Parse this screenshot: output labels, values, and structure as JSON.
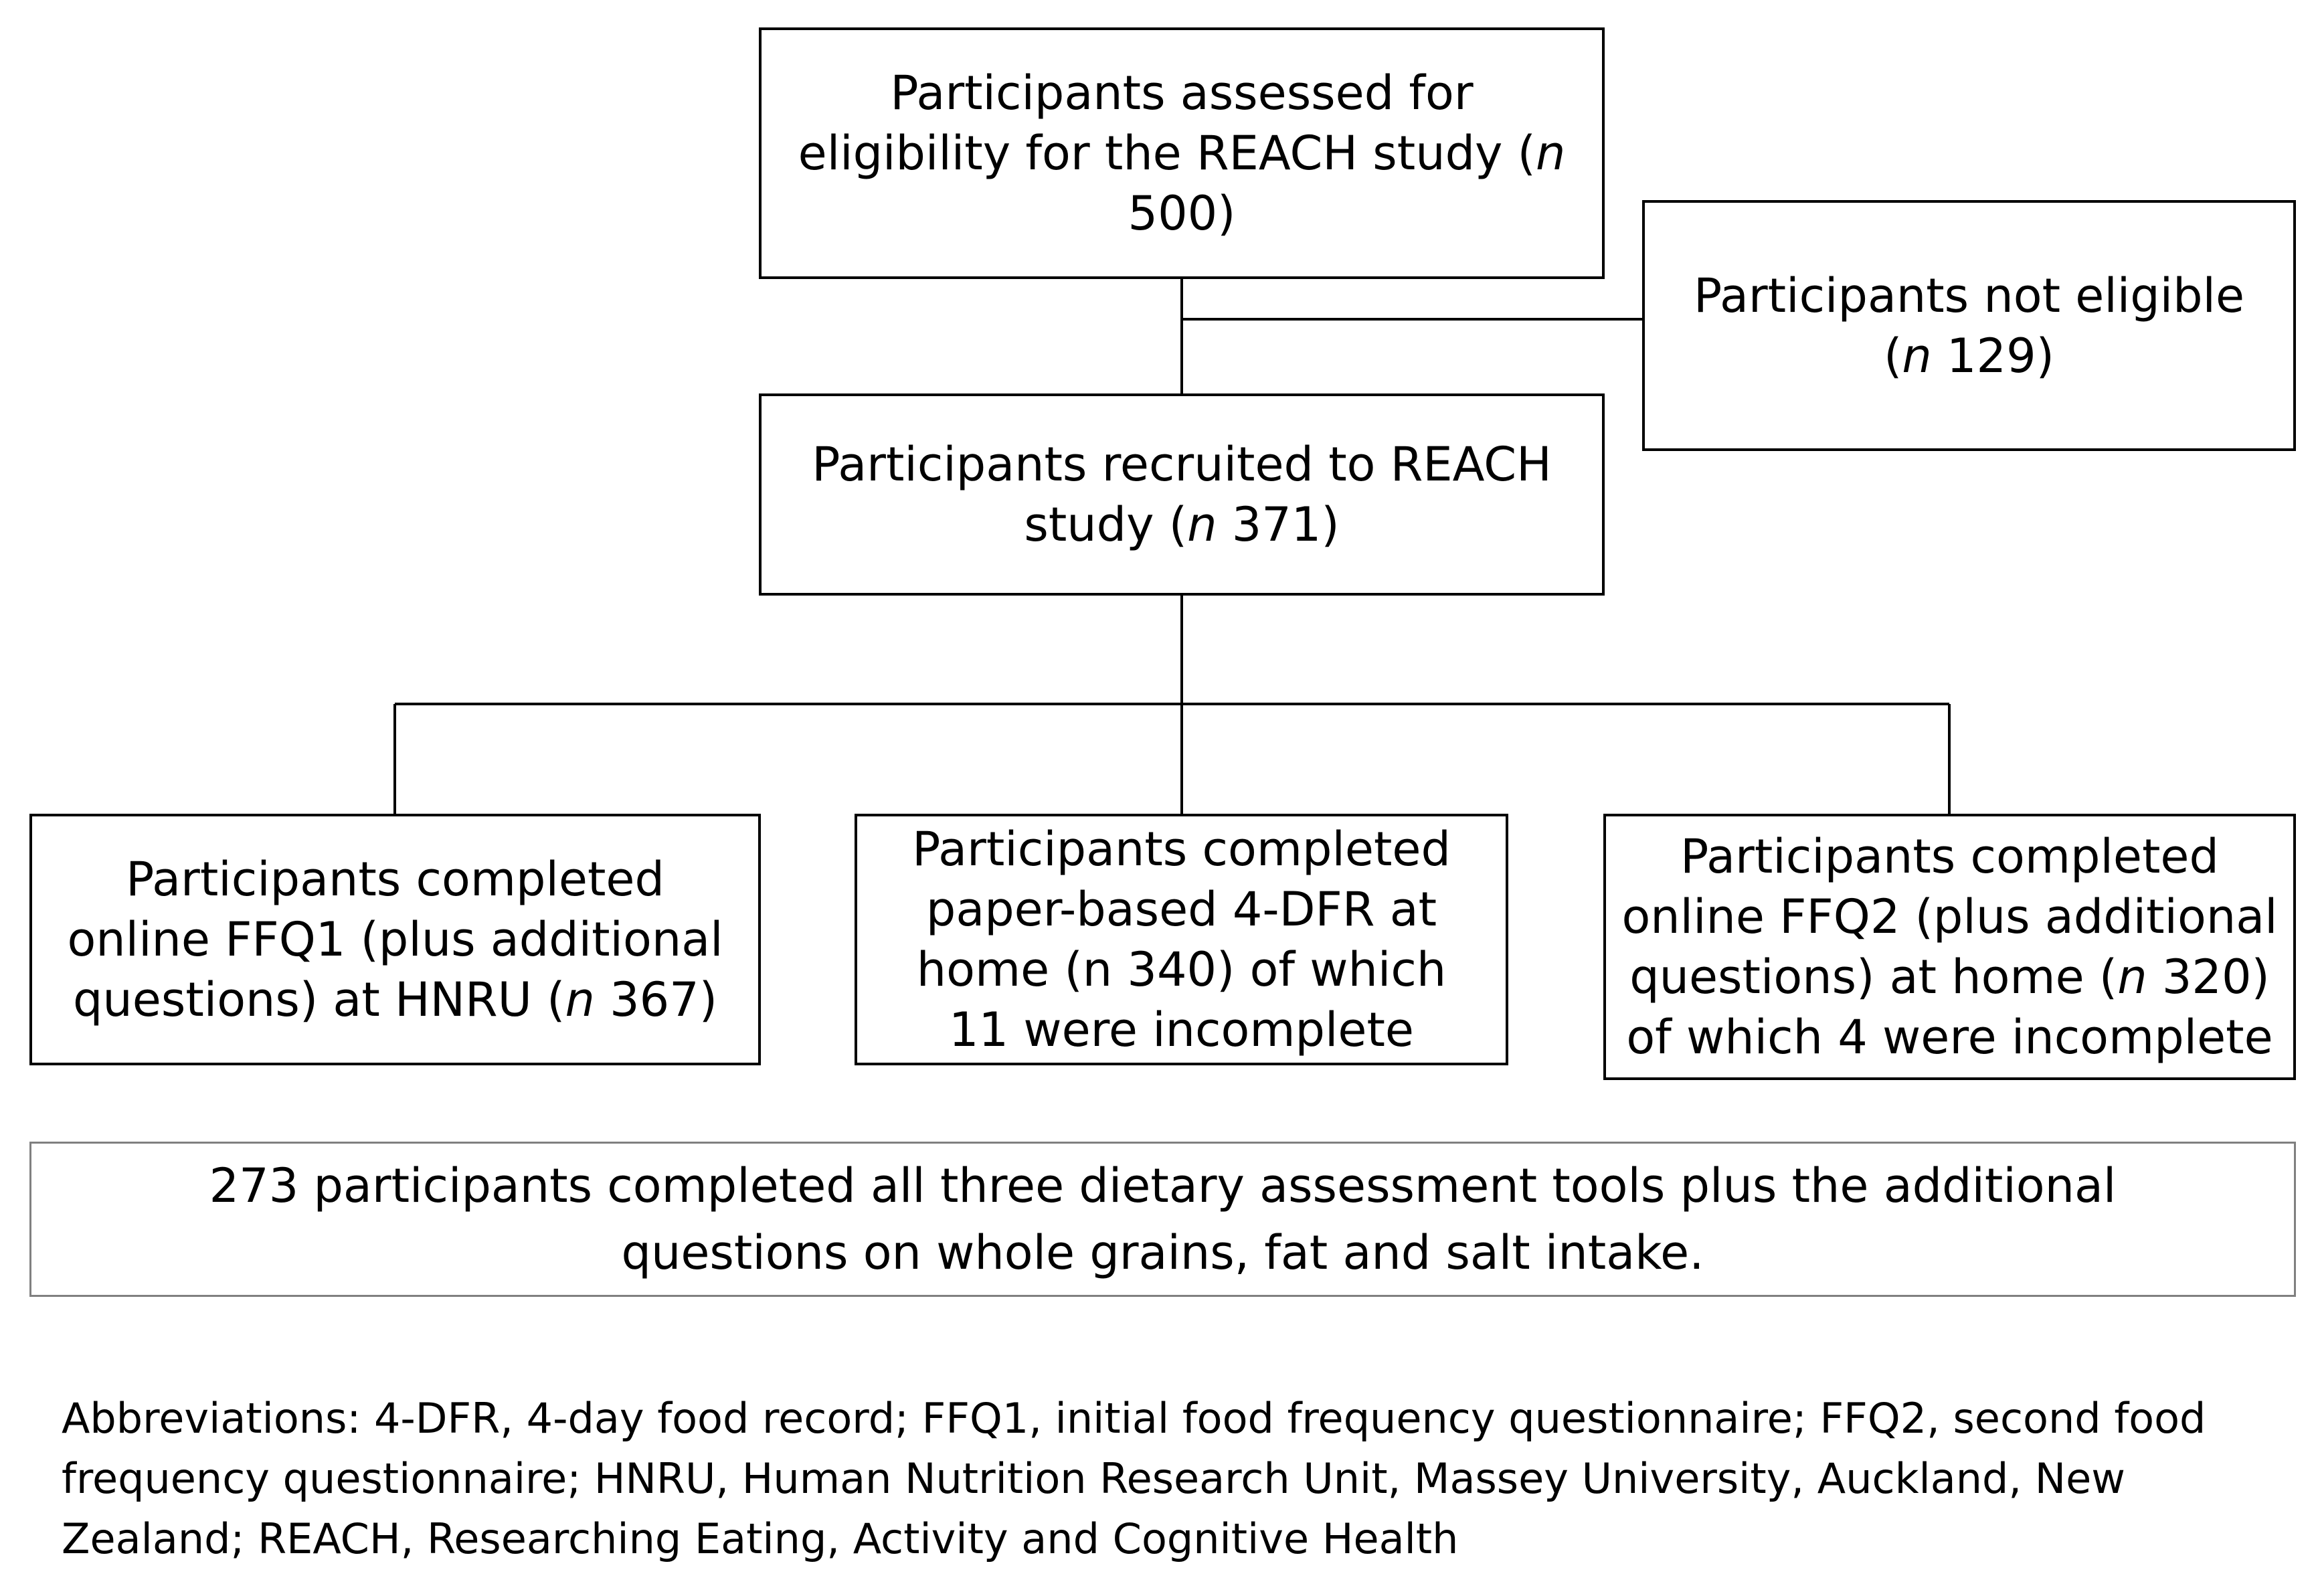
{
  "boxes": {
    "assessed": {
      "pre": "Participants assessed for eligibility for the REACH study (",
      "n": "n",
      "post": " 500)"
    },
    "not_eligible": {
      "pre": "Participants not eligible (",
      "n": "n",
      "post": " 129)"
    },
    "recruited": {
      "pre": "Participants recruited to REACH study (",
      "n": "n",
      "post": " 371)"
    },
    "ffq1": {
      "pre": "Participants completed online FFQ1 (plus additional questions) at HNRU (",
      "n": "n",
      "post": " 367)"
    },
    "dfr": {
      "text": "Participants completed paper-based 4-DFR at home (n 340) of which 11 were incomplete"
    },
    "ffq2": {
      "pre": "Participants completed online FFQ2 (plus additional questions) at home (",
      "n": "n",
      "post": " 320) of which 4 were incomplete"
    },
    "summary": {
      "text": "273 participants completed all three dietary assessment tools plus the additional questions on whole grains, fat and salt intake."
    }
  },
  "abbreviations": "Abbreviations: 4-DFR, 4-day food record; FFQ1, initial food frequency questionnaire; FFQ2, second food frequency questionnaire; HNRU, Human Nutrition Research Unit, Massey University, Auckland, New Zealand; REACH, Researching Eating, Activity and Cognitive Health"
}
